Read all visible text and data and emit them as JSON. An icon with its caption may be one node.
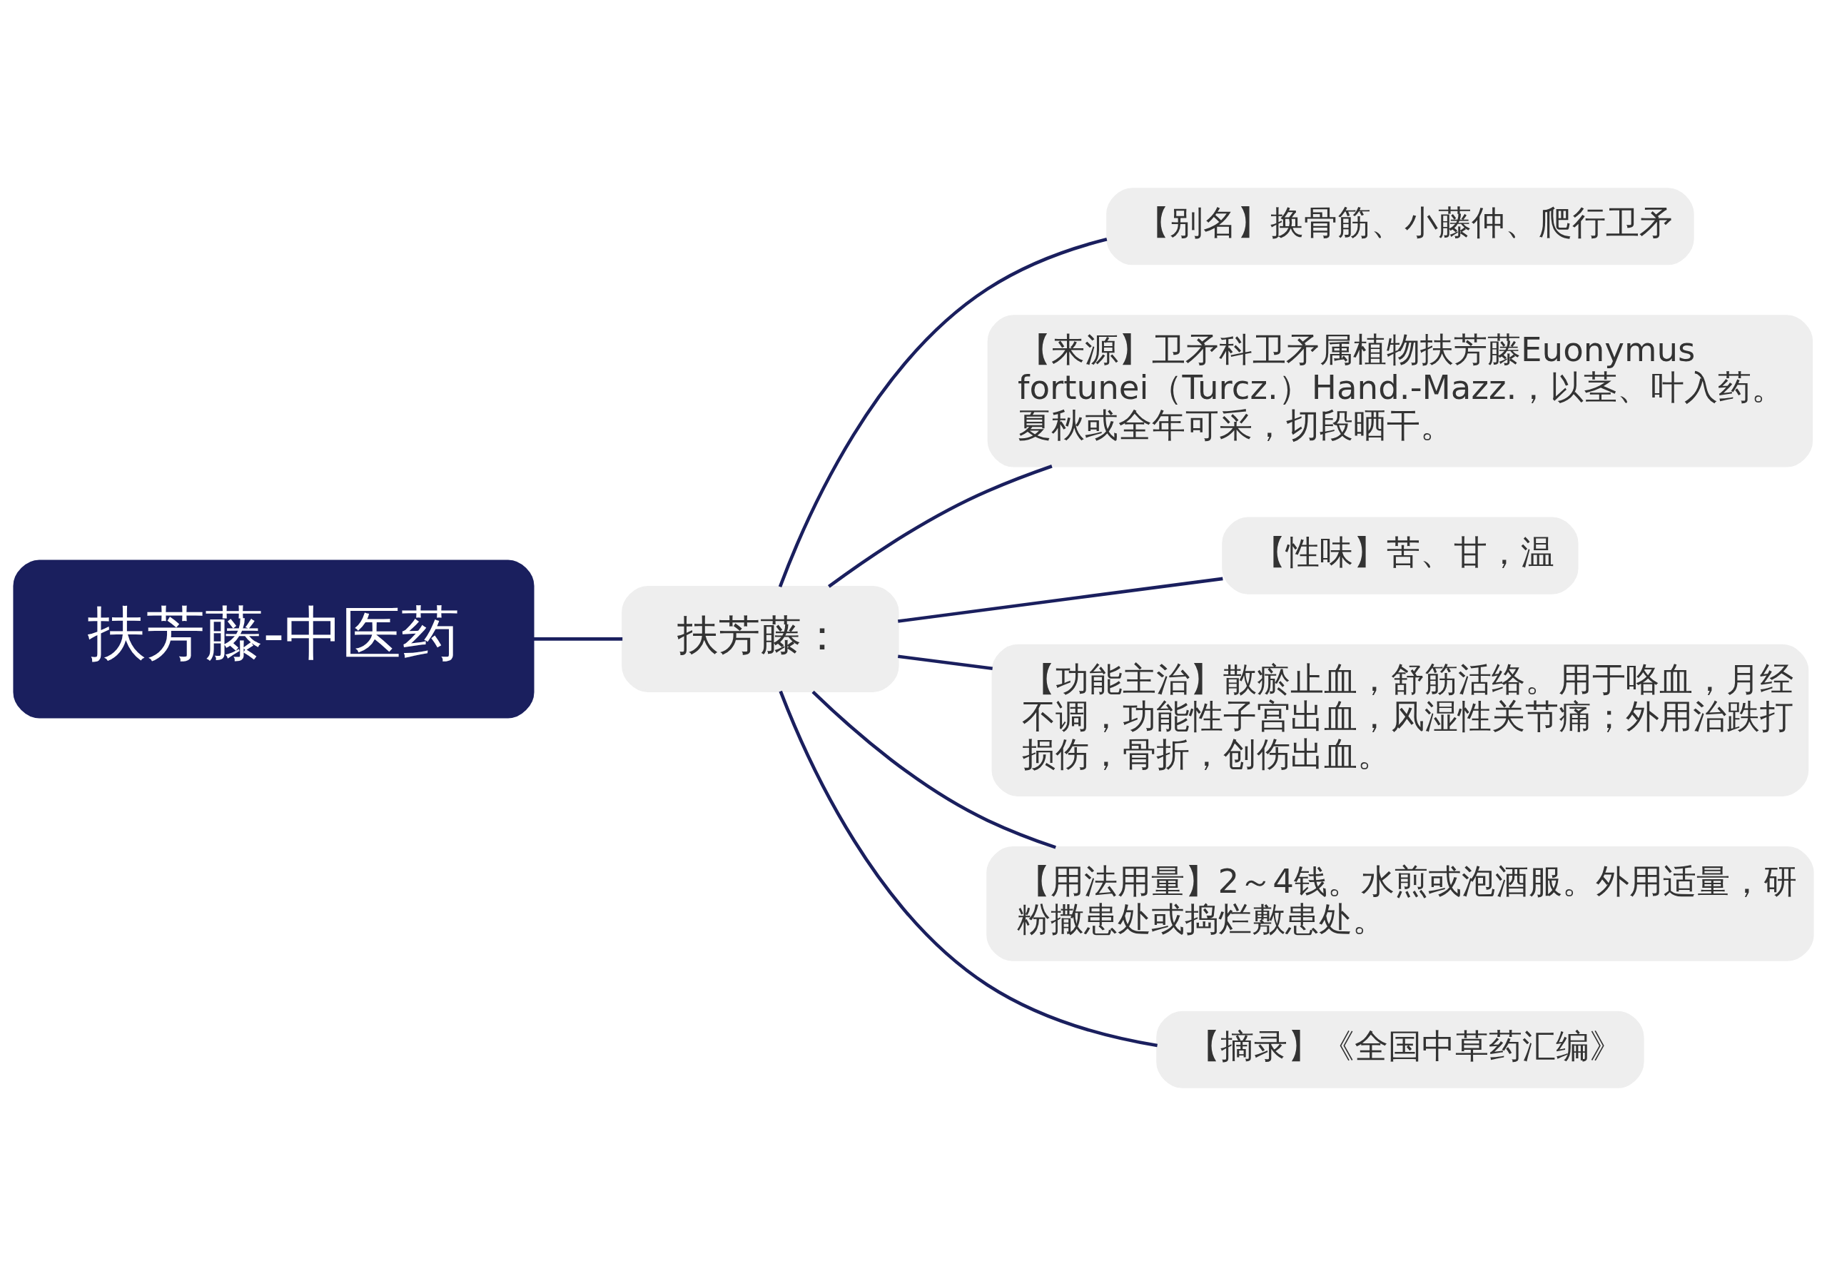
{
  "diagram": {
    "nodes": [
      {
        "text": [
          "扶芳藤-中医药"
        ]
      },
      {
        "text": [
          "扶芳藤："
        ]
      },
      {
        "text": [
          "【别名】换骨筋、小藤仲、爬行卫矛"
        ]
      },
      {
        "text": [
          "【来源】卫矛科卫矛属植物扶芳藤Euonymus fortunei（Turcz.）Hand.-Mazz.，以茎、叶入药。夏秋或全年可采，切段晒干。"
        ]
      },
      {
        "text": [
          "【性味】苦、甘，温"
        ]
      },
      {
        "text": [
          "【功能主治】散瘀止血，舒筋活络。用于咯血，月经不调，功能性子宫出血，风湿性关节痛；外用治跌打损伤，骨折，创伤出血。"
        ]
      },
      {
        "text": [
          "【用法用量】2～4钱。水煎或泡酒服。外用适量，研粉撒患处或捣烂敷患处。"
        ]
      },
      {
        "text": [
          "【摘录】《全国中草药汇编》"
        ]
      }
    ],
    "edges": [
      {
        "from": 0,
        "to": 1,
        "arrow": "none"
      },
      {
        "from": 1,
        "to": 2,
        "arrow": "none"
      },
      {
        "from": 1,
        "to": 3,
        "arrow": "none"
      },
      {
        "from": 1,
        "to": 4,
        "arrow": "none"
      },
      {
        "from": 1,
        "to": 5,
        "arrow": "none"
      },
      {
        "from": 1,
        "to": 6,
        "arrow": "none"
      },
      {
        "from": 1,
        "to": 7,
        "arrow": "none"
      }
    ]
  }
}
